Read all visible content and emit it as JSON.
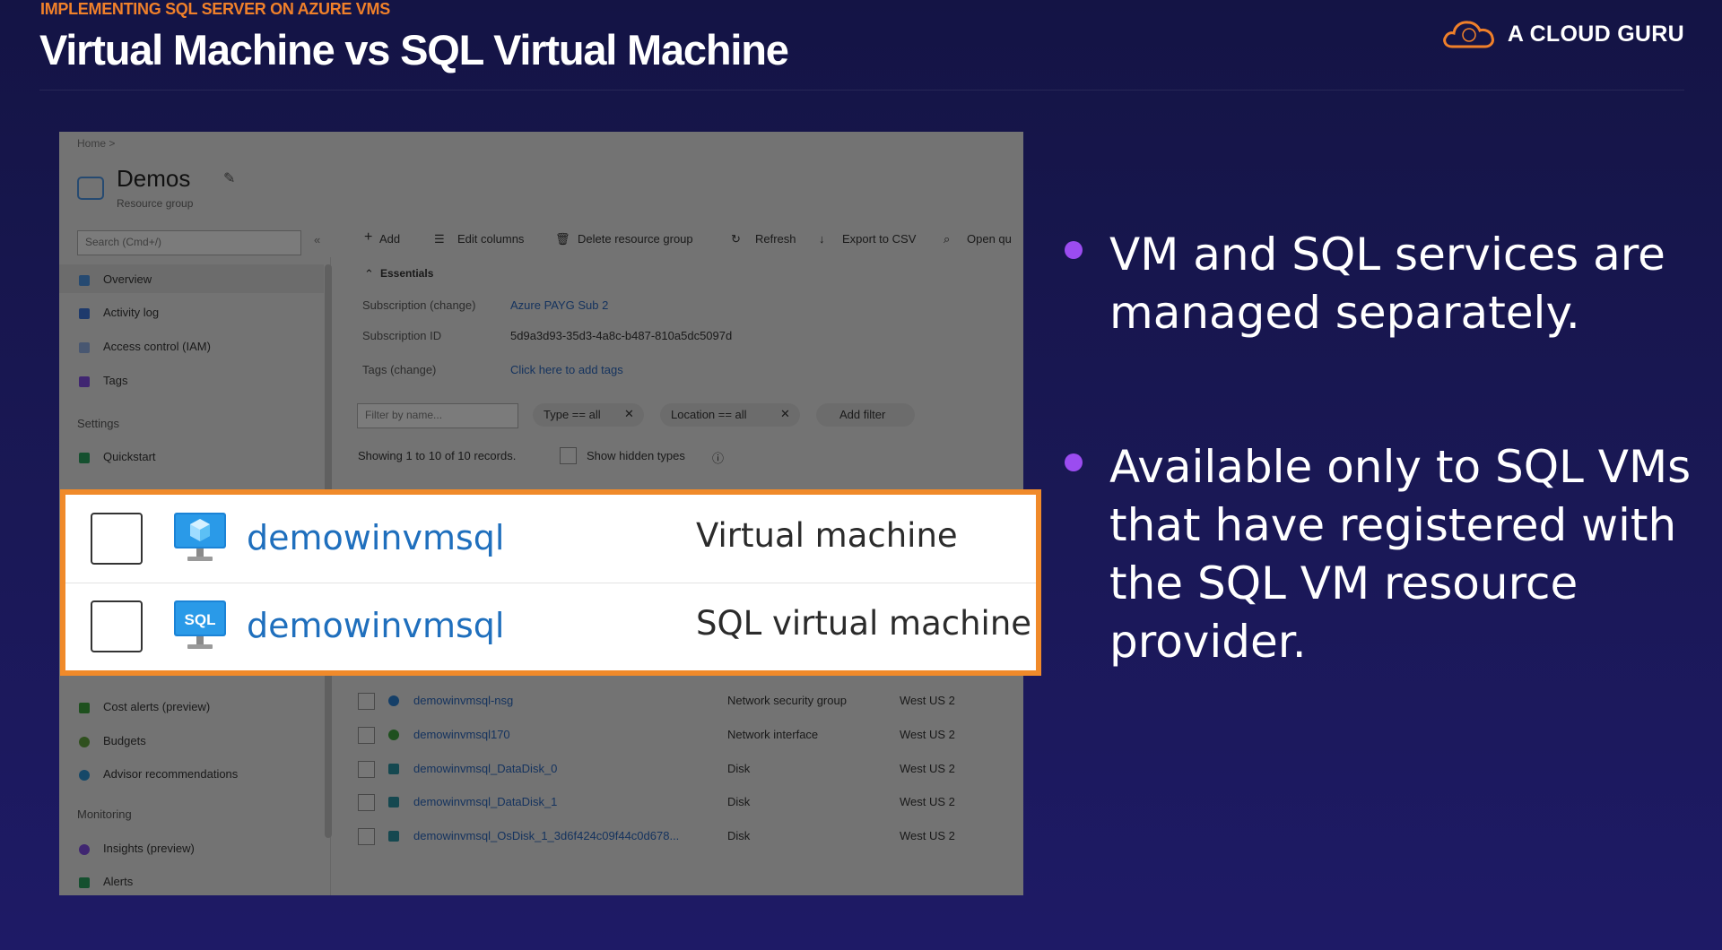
{
  "header": {
    "course": "IMPLEMENTING SQL SERVER ON AZURE VMS",
    "title": "Virtual Machine vs SQL Virtual Machine",
    "logo_text": "A CLOUD GURU"
  },
  "portal": {
    "breadcrumb": "Home >",
    "resource_group_name": "Demos",
    "resource_group_type": "Resource group",
    "search_placeholder": "Search (Cmd+/)",
    "sidebar": {
      "items": [
        "Overview",
        "Activity log",
        "Access control (IAM)",
        "Tags"
      ],
      "settings_heading": "Settings",
      "settings_items": [
        "Quickstart"
      ],
      "cost_items": [
        "Cost alerts (preview)",
        "Budgets",
        "Advisor recommendations"
      ],
      "monitoring_heading": "Monitoring",
      "monitoring_items": [
        "Insights (preview)",
        "Alerts"
      ]
    },
    "toolbar": [
      "Add",
      "Edit columns",
      "Delete resource group",
      "Refresh",
      "Export to CSV",
      "Open qu"
    ],
    "essentials": {
      "heading": "Essentials",
      "subscription_label": "Subscription (change)",
      "subscription_value": "Azure PAYG Sub 2",
      "subscription_id_label": "Subscription ID",
      "subscription_id_value": "5d9a3d93-35d3-4a8c-b487-810a5dc5097d",
      "tags_label": "Tags (change)",
      "tags_value": "Click here to add tags"
    },
    "filters": {
      "name_placeholder": "Filter by name...",
      "type_filter": "Type == all",
      "location_filter": "Location == all",
      "add_filter": "Add filter"
    },
    "records_text": "Showing 1 to 10 of 10 records.",
    "show_hidden": "Show hidden types",
    "rows": [
      {
        "name": "demowinvmsql-nsg",
        "type": "Network security group",
        "location": "West US 2"
      },
      {
        "name": "demowinvmsql170",
        "type": "Network interface",
        "location": "West US 2"
      },
      {
        "name": "demowinvmsql_DataDisk_0",
        "type": "Disk",
        "location": "West US 2"
      },
      {
        "name": "demowinvmsql_DataDisk_1",
        "type": "Disk",
        "location": "West US 2"
      },
      {
        "name": "demowinvmsql_OsDisk_1_3d6f424c09f44c0d678...",
        "type": "Disk",
        "location": "West US 2"
      }
    ]
  },
  "callout": {
    "rows": [
      {
        "name": "demowinvmsql",
        "type": "Virtual machine",
        "icon": "virtual-machine-icon"
      },
      {
        "name": "demowinvmsql",
        "type": "SQL virtual machine",
        "icon": "sql-vm-icon",
        "icon_label": "SQL"
      }
    ],
    "border_color": "#f08a2a"
  },
  "bullets": [
    "VM and SQL services are managed separately.",
    "Available only to SQL VMs that have registered with the SQL VM resource provider."
  ],
  "colors": {
    "accent_orange": "#f0802a",
    "bullet_purple": "#9b4cf0",
    "link_blue": "#1f6fbd"
  }
}
